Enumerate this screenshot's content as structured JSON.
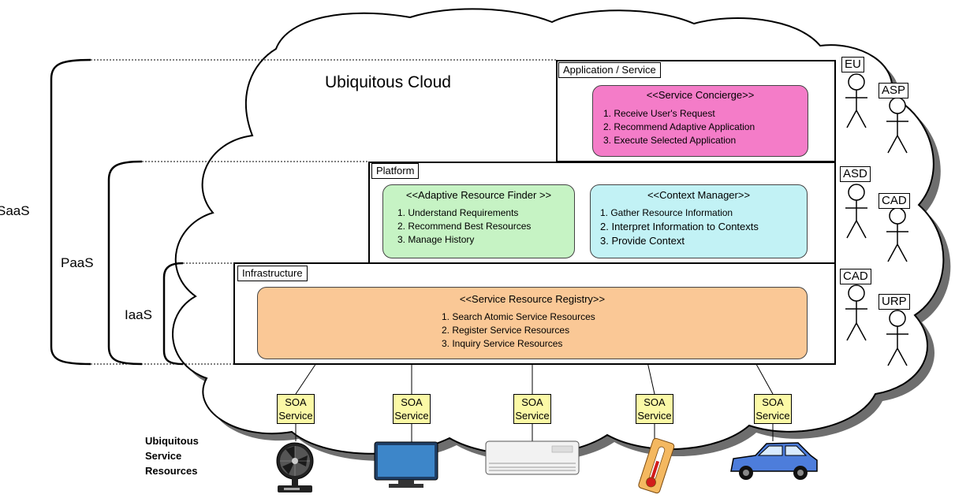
{
  "cloud_title": "Ubiquitous Cloud",
  "brackets": {
    "saas": "SaaS",
    "paas": "PaaS",
    "iaas": "IaaS"
  },
  "layers": {
    "application": {
      "label": "Application / Service",
      "card": {
        "title": "<<Service Concierge>>",
        "items": [
          "1. Receive User's Request",
          "2. Recommend Adaptive Application",
          "3. Execute Selected Application"
        ],
        "color": "#f47cc8"
      }
    },
    "platform": {
      "label": "Platform",
      "cards": [
        {
          "title": "<<Adaptive Resource Finder >>",
          "items": [
            "1. Understand Requirements",
            "2. Recommend Best Resources",
            "3. Manage History"
          ],
          "color": "#c6f3c4"
        },
        {
          "title": "<<Context Manager>>",
          "items": [
            "1. Gather Resource Information",
            "2. Interpret Information to Contexts",
            "3. Provide Context"
          ],
          "color": "#c2f2f5"
        }
      ]
    },
    "infrastructure": {
      "label": "Infrastructure",
      "card": {
        "title": "<<Service Resource Registry>>",
        "items": [
          "1. Search Atomic Service Resources",
          "2. Register Service Resources",
          "3. Inquiry Service Resources"
        ],
        "color": "#fac896"
      }
    }
  },
  "actors": [
    {
      "label": "EU"
    },
    {
      "label": "ASP"
    },
    {
      "label": "ASD"
    },
    {
      "label": "CAD"
    },
    {
      "label": "CAD"
    },
    {
      "label": "URP"
    }
  ],
  "soa_services": [
    {
      "line1": "SOA",
      "line2": "Service",
      "device": "fan-icon"
    },
    {
      "line1": "SOA",
      "line2": "Service",
      "device": "monitor-icon"
    },
    {
      "line1": "SOA",
      "line2": "Service",
      "device": "air-conditioner-icon"
    },
    {
      "line1": "SOA",
      "line2": "Service",
      "device": "thermometer-icon"
    },
    {
      "line1": "SOA",
      "line2": "Service",
      "device": "car-icon"
    }
  ],
  "resources_label": [
    "Ubiquitous",
    "Service",
    "Resources"
  ]
}
